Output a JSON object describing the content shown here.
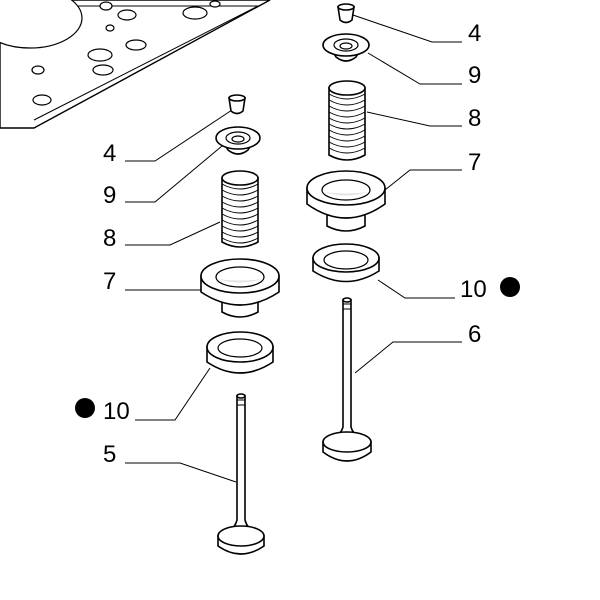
{
  "diagram": {
    "callouts": {
      "left_keeper": "4",
      "left_cap": "9",
      "left_spring": "8",
      "left_seat": "7",
      "left_seal": "10",
      "left_valve": "5",
      "right_keeper": "4",
      "right_cap": "9",
      "right_spring": "8",
      "right_seat": "7",
      "right_seal": "10",
      "right_valve": "6"
    }
  }
}
